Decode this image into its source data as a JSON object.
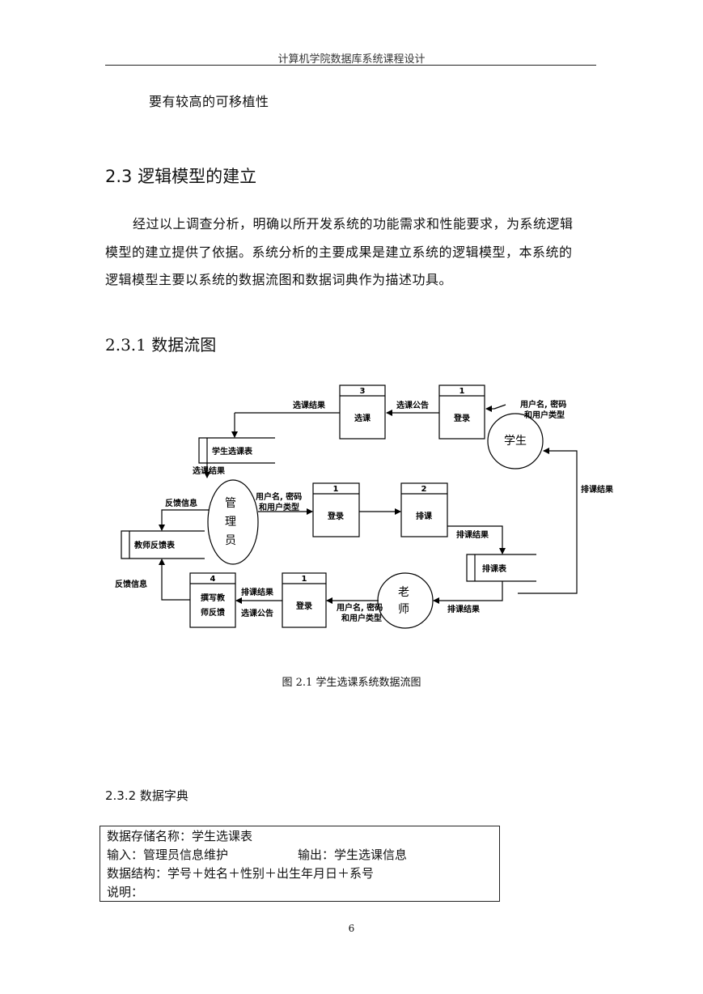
{
  "header": {
    "title": "计算机学院数据库系统课程设计"
  },
  "intro_line": "要有较高的可移植性",
  "section": {
    "heading": "2.3 逻辑模型的建立",
    "paragraph_lines": [
      "经过以上调查分析，明确以所开发系统的功能需求和性能要求，为系统逻辑",
      "模型的建立提供了依据。系统分析的主要成果是建立系统的逻辑模型，本系统的",
      "逻辑模型主要以系统的数据流图和数据词典作为描述功具。"
    ]
  },
  "subsection_dfd": {
    "heading": "2.3.1 数据流图"
  },
  "diagram": {
    "processes": [
      {
        "num": "3",
        "name": "选课"
      },
      {
        "num": "1",
        "name": "登录"
      },
      {
        "num": "1",
        "name": "登录"
      },
      {
        "num": "2",
        "name": "排课"
      },
      {
        "num": "4",
        "name_line1": "撰写教",
        "name_line2": "师反馈"
      },
      {
        "num": "1",
        "name": "登录"
      }
    ],
    "entities": {
      "student": "学生",
      "admin_1": "管",
      "admin_2": "理",
      "admin_3": "员",
      "teacher_1": "老",
      "teacher_2": "师"
    },
    "stores": {
      "student_course": "学生选课表",
      "teacher_feedback": "教师反馈表",
      "schedule": "排课表"
    },
    "flows": {
      "course_result_top": "选课结果",
      "course_notice_top": "选课公告",
      "student_cred_1": "用户名, 密码",
      "student_cred_2": "和用户类型",
      "course_result_left": "选课结果",
      "feedback_info_1": "反馈信息",
      "admin_cred_1": "用户名, 密码",
      "admin_cred_2": "和用户类型",
      "schedule_result_right": "排课结果",
      "schedule_result_mid": "排课结果",
      "feedback_info_2": "反馈信息",
      "schedule_result_bottom": "排课结果",
      "course_notice_bottom": "选课公告",
      "teacher_cred_1": "用户名, 密码",
      "teacher_cred_2": "和用户类型",
      "schedule_result_teacher": "排课结果"
    }
  },
  "figure_caption": "图 2.1 学生选课系统数据流图",
  "subsection_dict": {
    "heading": "2.3.2 数据字典"
  },
  "dictionary": {
    "line1": "数据存储名称：学生选课表",
    "input": "输入：管理员信息维护",
    "output": "输出：学生选课信息",
    "line3": "数据结构：学号＋姓名＋性别＋出生年月日＋系号",
    "line4": "说明："
  },
  "page_number": "6"
}
